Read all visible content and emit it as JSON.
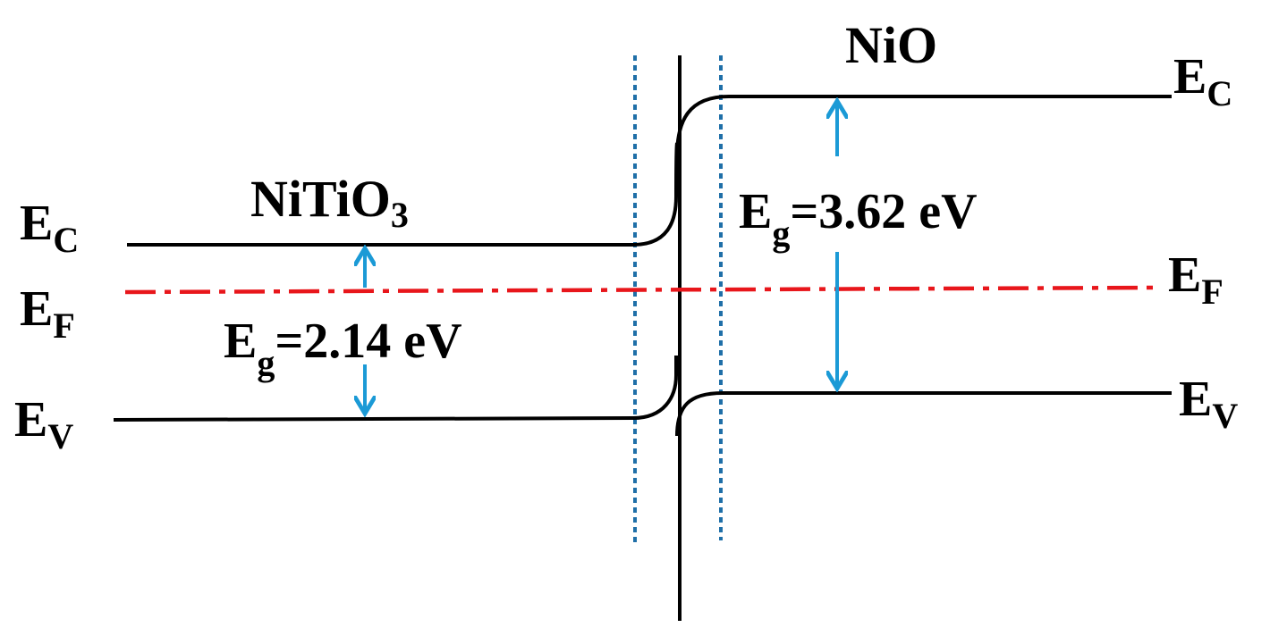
{
  "diagram": {
    "left_material": {
      "name": "NiTiO",
      "name_subscript": "3",
      "bandgap_prefix": "E",
      "bandgap_subscript": "g",
      "bandgap_value": "=2.14 eV"
    },
    "right_material": {
      "name": "NiO",
      "bandgap_prefix": "E",
      "bandgap_subscript": "g",
      "bandgap_value": "=3.62 eV"
    },
    "band_labels": {
      "left_ec": {
        "main": "E",
        "sub": "C"
      },
      "left_ef": {
        "main": "E",
        "sub": "F"
      },
      "left_ev": {
        "main": "E",
        "sub": "V"
      },
      "right_ec": {
        "main": "E",
        "sub": "C"
      },
      "right_ef": {
        "main": "E",
        "sub": "F"
      },
      "right_ev": {
        "main": "E",
        "sub": "V"
      }
    },
    "colors": {
      "band_line": "#000000",
      "fermi_line": "#e8161b",
      "gap_arrow": "#1b9ad6",
      "depletion_boundary": "#1f6fa8",
      "text": "#000000"
    }
  }
}
